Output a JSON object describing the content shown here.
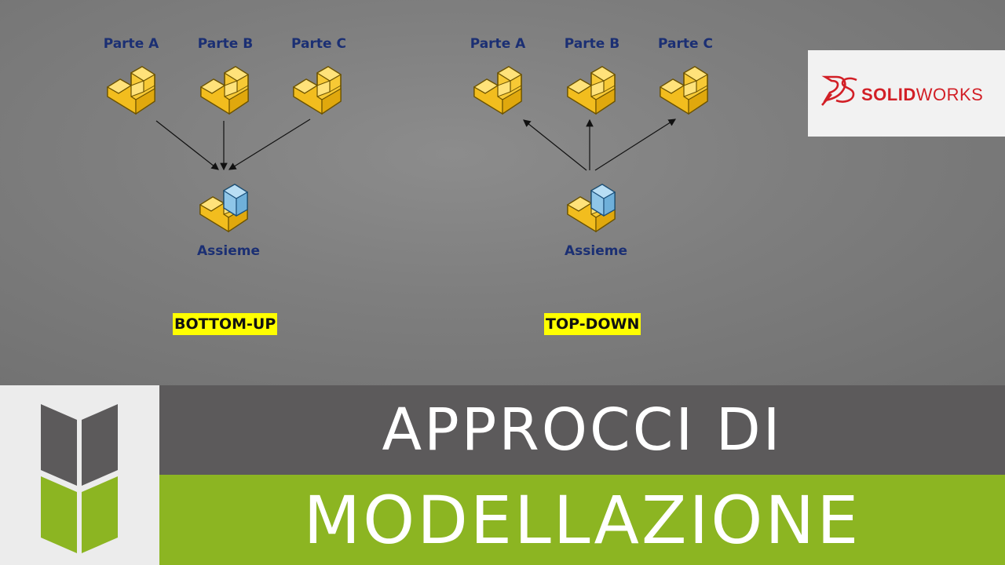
{
  "diagrams": {
    "left": {
      "parts": [
        "Parte A",
        "Parte B",
        "Parte C"
      ],
      "assembly": "Assieme",
      "tag": "BOTTOM-UP"
    },
    "right": {
      "parts": [
        "Parte A",
        "Parte B",
        "Parte C"
      ],
      "assembly": "Assieme",
      "tag": "TOP-DOWN"
    }
  },
  "logo": {
    "brand_bold": "SOLID",
    "brand_rest": "WORKS"
  },
  "title": {
    "line1": "APPROCCI DI",
    "line2": "MODELLAZIONE"
  },
  "colors": {
    "label": "#1b2f73",
    "tag_bg": "#ffff00",
    "part_yellow": "#f7c935",
    "assembly_blue": "#8fc6e8",
    "band_dark": "#5c5a5b",
    "band_green": "#8cb522",
    "logo_red": "#d21f26"
  },
  "icons": [
    "part-icon",
    "assembly-icon",
    "solidworks-logo-icon",
    "book-logo-icon"
  ]
}
